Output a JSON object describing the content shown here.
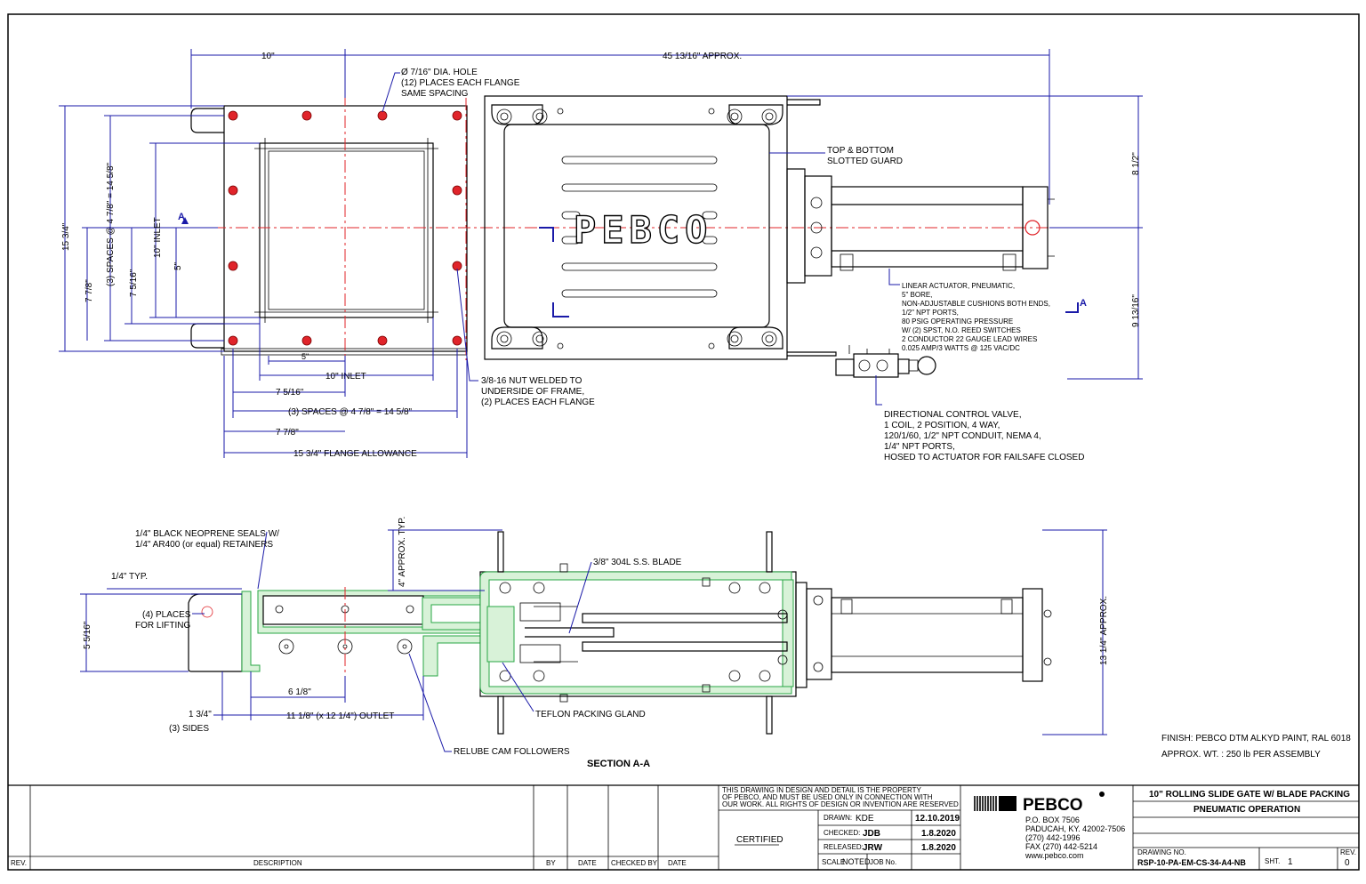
{
  "top_view": {
    "dim_10": "10\"",
    "dim_overall": "45 13/16\" APPROX.",
    "hole_note": [
      "Ø 7/16\" DIA. HOLE",
      "(12) PLACES EACH FLANGE",
      "SAME SPACING"
    ],
    "guard_note": [
      "TOP & BOTTOM",
      "SLOTTED GUARD"
    ],
    "logo": "PEBCO",
    "dim_15_3_4": "15 3/4\"",
    "dim_spaces_v": "(3) SPACES @ 4 7/8\" = 14 5/8\"",
    "dim_7_7_8_v": "7 7/8\"",
    "dim_7_5_16_v": "7 5/16\"",
    "dim_10_inlet_v": "10\" INLET",
    "dim_5_v": "5\"",
    "section_mark": "A",
    "dim_8_1_2": "8 1/2\"",
    "dim_9_13_16": "9 13/16\"",
    "actuator_note": [
      "LINEAR ACTUATOR, PNEUMATIC,",
      "5\" BORE,",
      "NON-ADJUSTABLE CUSHIONS BOTH ENDS,",
      "1/2\" NPT PORTS,",
      "80 PSIG OPERATING PRESSURE",
      "W/ (2) SPST, N.O. REED SWITCHES",
      "2 CONDUCTOR 22 GAUGE LEAD WIRES",
      "0.025 AMP/3 WATTS @ 125 VAC/DC"
    ],
    "dim_5_h": "5\"",
    "dim_10_inlet_h": "10\" INLET",
    "dim_7_5_16_h": "7 5/16\"",
    "dim_spaces_h": "(3) SPACES @ 4 7/8\" = 14 5/8\"",
    "dim_7_7_8_h": "7 7/8\"",
    "dim_flange": "15 3/4\" FLANGE ALLOWANCE",
    "nut_note": [
      "3/8-16 NUT WELDED TO",
      "UNDERSIDE OF FRAME,",
      "(2) PLACES EACH FLANGE"
    ],
    "valve_note": [
      "DIRECTIONAL CONTROL VALVE,",
      "1 COIL, 2 POSITION, 4 WAY,",
      "120/1/60, 1/2\" NPT CONDUIT, NEMA 4,",
      "1/4\" NPT PORTS,",
      "HOSED TO ACTUATOR FOR FAILSAFE CLOSED"
    ]
  },
  "section_view": {
    "seals_note": [
      "1/4\" BLACK NEOPRENE SEALS W/",
      "1/4\" AR400 (or equal) RETAINERS"
    ],
    "dim_4_approx": "4\" APPROX. TYP.",
    "blade_note": "3/8\" 304L S.S. BLADE",
    "dim_1_4_typ": "1/4\" TYP.",
    "lifting_note": [
      "(4) PLACES",
      "FOR LIFTING"
    ],
    "dim_5_5_16": "5 5/16\"",
    "dim_13_1_4": "13 1/4\" APPROX.",
    "dim_6_1_8": "6 1/8\"",
    "dim_1_3_4": "1 3/4\"",
    "sides_note": "(3) SIDES",
    "dim_outlet": "11 1/8\" (x 12 1/4\") OUTLET",
    "teflon_note": "TEFLON PACKING GLAND",
    "cam_note": "RELUBE CAM FOLLOWERS",
    "title": "SECTION A-A"
  },
  "finish": {
    "finish": "FINISH:  PEBCO DTM ALKYD PAINT, RAL 6018",
    "weight": "APPROX. WT. :  250 lb   PER ASSEMBLY"
  },
  "title_block": {
    "rev_col": "REV.",
    "desc_col": "DESCRIPTION",
    "by_col": "BY",
    "date_col": "DATE",
    "checked_col": "CHECKED BY",
    "date2_col": "DATE",
    "property_note": [
      "THIS DRAWING IN DESIGN AND DETAIL IS THE PROPERTY",
      "OF PEBCO, AND MUST BE USED ONLY IN CONNECTION WITH",
      "OUR WORK.  ALL RIGHTS OF DESIGN OR INVENTION ARE RESERVED"
    ],
    "certified": "CERTIFIED",
    "drawn_label": "DRAWN:",
    "drawn_by": "KDE",
    "drawn_date": "12.10.2019",
    "checked_label": "CHECKED:",
    "checked_by": "JDB",
    "checked_date": "1.8.2020",
    "released_label": "RELEASED:",
    "released_by": "JRW",
    "released_date": "1.8.2020",
    "scale_label": "SCALE",
    "scale_value": "NOTED",
    "job_label": "JOB No.",
    "company": "PEBCO",
    "address": [
      "P.O. BOX 7506",
      "PADUCAH, KY. 42002-7506",
      "(270) 442-1996",
      "FAX (270) 442-5214",
      "www.pebco.com"
    ],
    "title1": "10\" ROLLING SLIDE GATE W/ BLADE PACKING",
    "title2": "PNEUMATIC OPERATION",
    "drawing_no_label": "DRAWING NO.",
    "drawing_no": "RSP-10-PA-EM-CS-34-A4-NB",
    "sheet_label": "SHT.",
    "sheet_no": "1",
    "rev_label": "REV.",
    "rev_no": "0"
  }
}
